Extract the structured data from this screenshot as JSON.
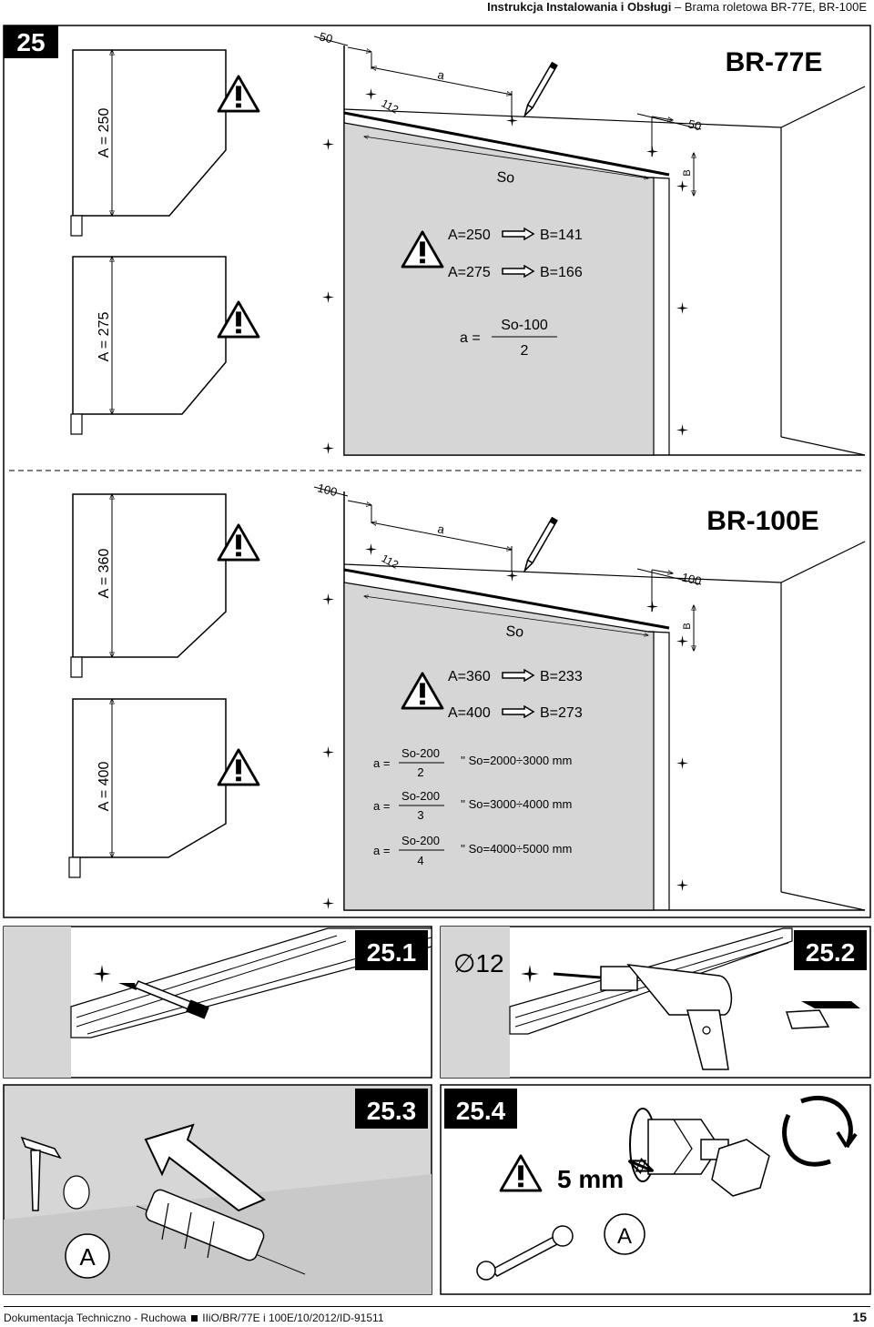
{
  "header": {
    "title": "Instrukcja Instalowania i Obsługi",
    "dash": " – ",
    "subtitle": "Brama roletowa BR-77E, BR-100E"
  },
  "step": {
    "number": "25"
  },
  "br77": {
    "model": "BR-77E",
    "dim_top": "50",
    "dim_a": "a",
    "dim_112": "112",
    "dim_right": "50",
    "dim_b": "B",
    "so": "So",
    "bracket1": "A = 250",
    "bracket2": "A = 275",
    "map1_left": "A=250",
    "map1_right": "B=141",
    "map2_left": "A=275",
    "map2_right": "B=166",
    "formula_lhs": "a =",
    "formula_num": "So-100",
    "formula_den": "2"
  },
  "br100": {
    "model": "BR-100E",
    "dim_top": "100",
    "dim_a": "a",
    "dim_112": "112",
    "dim_right": "100",
    "dim_b": "B",
    "so": "So",
    "bracket1": "A = 360",
    "bracket2": "A = 400",
    "map1_left": "A=360",
    "map1_right": "B=233",
    "map2_left": "A=400",
    "map2_right": "B=273",
    "formulas": [
      {
        "lhs": "a =",
        "num": "So-200",
        "den": "2",
        "range": "'' So=2000÷3000 mm"
      },
      {
        "lhs": "a =",
        "num": "So-200",
        "den": "3",
        "range": "'' So=3000÷4000 mm"
      },
      {
        "lhs": "a =",
        "num": "So-200",
        "den": "4",
        "range": "'' So=4000÷5000 mm"
      }
    ]
  },
  "substeps": {
    "s1": "25.1",
    "s2": "25.2",
    "diameter": "∅12",
    "s3": "25.3",
    "s3_label": "A",
    "s4": "25.4",
    "s4_gap": "5 mm",
    "s4_label": "A"
  },
  "footer": {
    "text": "Dokumentacja Techniczno - Ruchowa",
    "code": "IIiO/BR/77E i 100E/10/2012/ID-91511",
    "page": "15"
  }
}
